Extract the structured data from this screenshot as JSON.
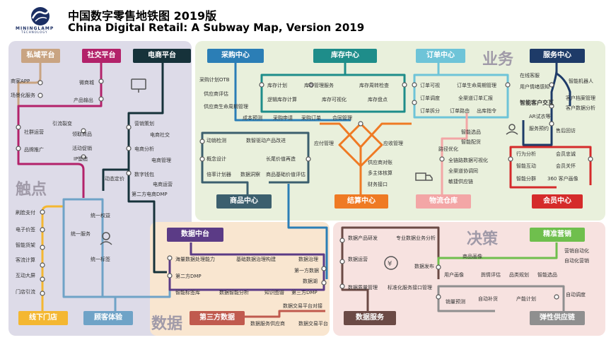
{
  "header": {
    "logo_name": "MININGLAMP",
    "logo_sub": "TECHNOLOGY",
    "title_zh": "中国数字零售地铁图  2019版",
    "title_en": "China Digital Retail: A Subway Map, Version 2019"
  },
  "zones": {
    "touch": "触点",
    "business": "业务",
    "data": "数据",
    "decision": "决策"
  },
  "lines": {
    "private": {
      "name": "私域平台",
      "color": "#c9a482"
    },
    "social": {
      "name": "社交平台",
      "color": "#b3226a"
    },
    "ecom": {
      "name": "电商平台",
      "color": "#16323a"
    },
    "offline": {
      "name": "线下门店",
      "color": "#f4b731"
    },
    "cx": {
      "name": "顾客体验",
      "color": "#6fa3c7"
    },
    "purchase": {
      "name": "采购中心",
      "color": "#2b7eb6"
    },
    "inventory": {
      "name": "库存中心",
      "color": "#1e8d8a"
    },
    "order": {
      "name": "订单中心",
      "color": "#6ec4d8"
    },
    "service": {
      "name": "服务中心",
      "color": "#1e3b68"
    },
    "goods": {
      "name": "商品中心",
      "color": "#3c5f6e"
    },
    "settle": {
      "name": "结算中心",
      "color": "#ef7a24"
    },
    "logistics": {
      "name": "物流仓库",
      "color": "#f3a6a6"
    },
    "member": {
      "name": "会员中心",
      "color": "#d52b2b"
    },
    "datacenter": {
      "name": "数据中台",
      "color": "#5b3b86"
    },
    "thirdparty": {
      "name": "第三方数据",
      "color": "#c05a4e"
    },
    "dataservice": {
      "name": "数据服务",
      "color": "#6b4a45"
    },
    "marketing": {
      "name": "精准营销",
      "color": "#6fbf4d"
    },
    "supply": {
      "name": "弹性供应链",
      "color": "#8f8f8f"
    }
  },
  "stations": {
    "private": [
      "商家APP",
      "场景化服务",
      "社群运营",
      "品牌推广"
    ],
    "social": [
      "引流裂变",
      "领取商品",
      "活动促销",
      "IP塑造",
      "微商城",
      "产品输出"
    ],
    "ecom": [
      "营销策划",
      "电商社交",
      "电商分析",
      "电商管理",
      "数字钱包",
      "电商运营",
      "第二方电商DMP",
      "动态定价"
    ],
    "offline": [
      "刷脸支付",
      "电子价签",
      "智能货架",
      "客流计算",
      "互动大屏",
      "门店引流"
    ],
    "cx": [
      "统一权益",
      "统一服务",
      "统一标签"
    ],
    "purchase": [
      "采购计划OTB",
      "供应商评估",
      "供应商生命周期管理",
      "成本预测",
      "采购申请",
      "采购订单",
      "合同管理"
    ],
    "inventory": [
      "库存计划",
      "库存管理服务",
      "库存周转检查",
      "逻辑库存计算",
      "库存可视化",
      "库存盘点"
    ],
    "order": [
      "订单可视",
      "订单生命周期管理",
      "订单调度",
      "全渠道订单汇报",
      "订单拆分",
      "订单路由",
      "出库指令"
    ],
    "service": [
      "在线客服",
      "智能机器人",
      "用户情绪感知",
      "客户档案管理",
      "智能客户交互",
      "客户数据分析",
      "AR试衣等",
      "服务预约",
      "售后回访"
    ],
    "goods": [
      "动销检测",
      "数智驱动产品改进",
      "概念设计",
      "长尾价值再造",
      "倍率计划器",
      "数据洞察",
      "商品基础价值评估"
    ],
    "settle": [
      "应付管理",
      "应收管理",
      "供应商对账",
      "多主体核算",
      "财务接口"
    ],
    "logistics": [
      "智能选品",
      "智能配货",
      "路径优化",
      "全链路数据可视化",
      "全渠道协调同",
      "敏捷供应链"
    ],
    "member": [
      "行为分析",
      "会员忠诚",
      "智能互动",
      "会员关怀",
      "智能分群",
      "360 客户画像"
    ],
    "datacenter": [
      "海量数据处理能力",
      "基础数据治理构建",
      "数据治理",
      "第二方DMP",
      "第一方数据",
      "数据湖",
      "智能标签库",
      "数据智能分析",
      "知识图谱",
      "第三方DMP"
    ],
    "thirdparty": [
      "数据交易平台对接",
      "数据服务供应商",
      "数据交易平台"
    ],
    "dataservice": [
      "数据产品研发",
      "专业数据业务分析",
      "数据运营",
      "数据发布",
      "数据质量管理",
      "标准化服务接口管理"
    ],
    "marketing": [
      "营销自动化",
      "自动化营销",
      "用户画像",
      "舆情评估",
      "品类规划",
      "智能选品",
      "商品画像"
    ],
    "supply": [
      "销量预测",
      "自动补货",
      "产能计划",
      "自动调度"
    ]
  }
}
